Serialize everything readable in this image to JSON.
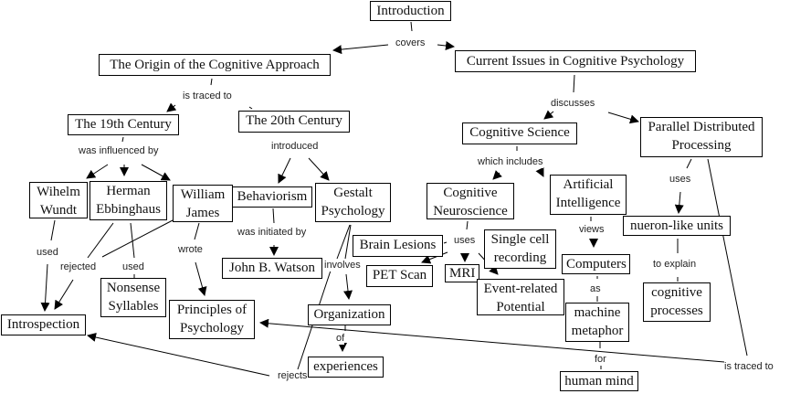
{
  "concept_map": {
    "nodes": {
      "introduction": "Introduction",
      "origin": "The Origin of the Cognitive Approach",
      "current": "Current Issues in Cognitive Psychology",
      "c19": "The 19th Century",
      "c20": "The 20th Century",
      "wundt": "Wihelm Wundt",
      "ebbinghaus": "Herman Ebbinghaus",
      "james": "William James",
      "behaviorism": "Behaviorism",
      "gestalt": "Gestalt Psychology",
      "watson": "John B. Watson",
      "introspection": "Introspection",
      "nonsense": "Nonsense Syllables",
      "principles": "Principles of Psychology",
      "organization": "Organization",
      "experiences": "experiences",
      "cogsci": "Cognitive Science",
      "pdp": "Parallel Distributed Processing",
      "cogneuro": "Cognitive Neuroscience",
      "ai": "Artificial Intelligence",
      "brainlesions": "Brain Lesions",
      "pet": "PET Scan",
      "mri": "MRI",
      "singlecell": "Single cell recording",
      "erp": "Event-related Potential",
      "computers": "Computers",
      "machine": "machine metaphor",
      "humanmind": "human mind",
      "neuron": "nueron-like units",
      "cogproc": "cognitive processes"
    },
    "links": {
      "covers": "covers",
      "traced1": "is traced to",
      "influenced": "was influenced by",
      "introduced": "introduced",
      "used1": "used",
      "rejected": "rejected",
      "used2": "used",
      "wrote": "wrote",
      "initiated": "was initiated by",
      "involves": "involves",
      "of": "of",
      "rejects": "rejects",
      "discusses": "discusses",
      "includes": "which includes",
      "uses_neuro": "uses",
      "views": "views",
      "as": "as",
      "for": "for",
      "uses_pdp": "uses",
      "explain": "to explain",
      "traced2": "is traced to"
    }
  }
}
